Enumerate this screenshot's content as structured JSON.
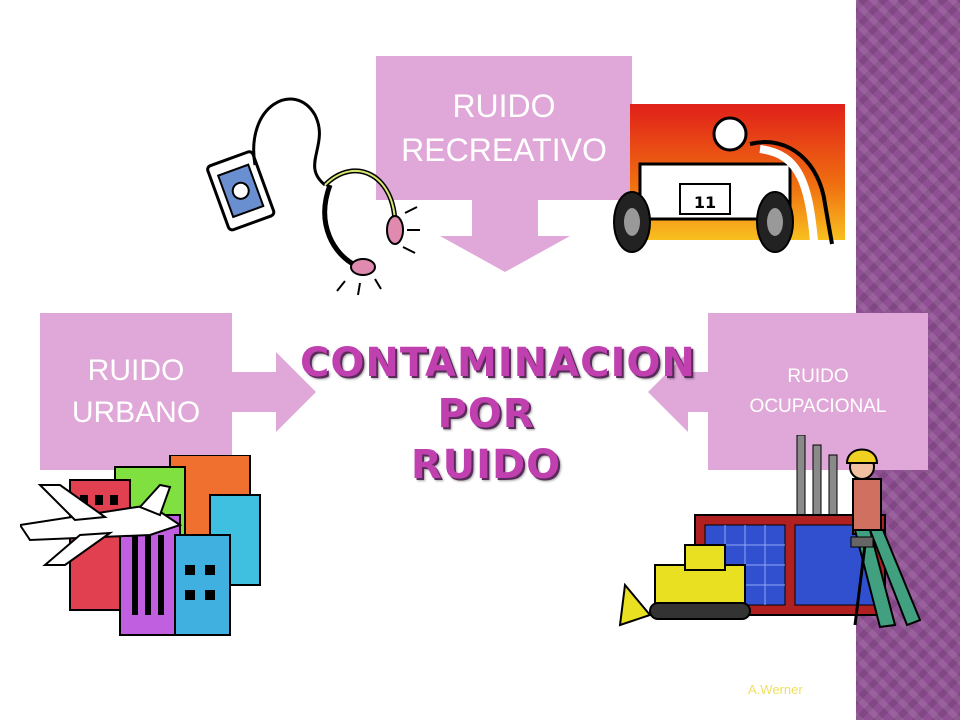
{
  "slide": {
    "center_title": "CONTAMINACION\nPOR\nRUIDO",
    "boxes": {
      "top": "RUIDO\nRECREATIVO",
      "left": "RUIDO\nURBANO",
      "right": "RUIDO\nOCUPACIONAL"
    },
    "credit": "A.Werner"
  },
  "colors": {
    "box_fill": "#e0a8d8",
    "title": "#c040b0",
    "side_band": "#8e4f93"
  },
  "icons": [
    "headphones-player-clipart",
    "race-car-clipart",
    "city-airplane-clipart",
    "factory-worker-clipart"
  ]
}
